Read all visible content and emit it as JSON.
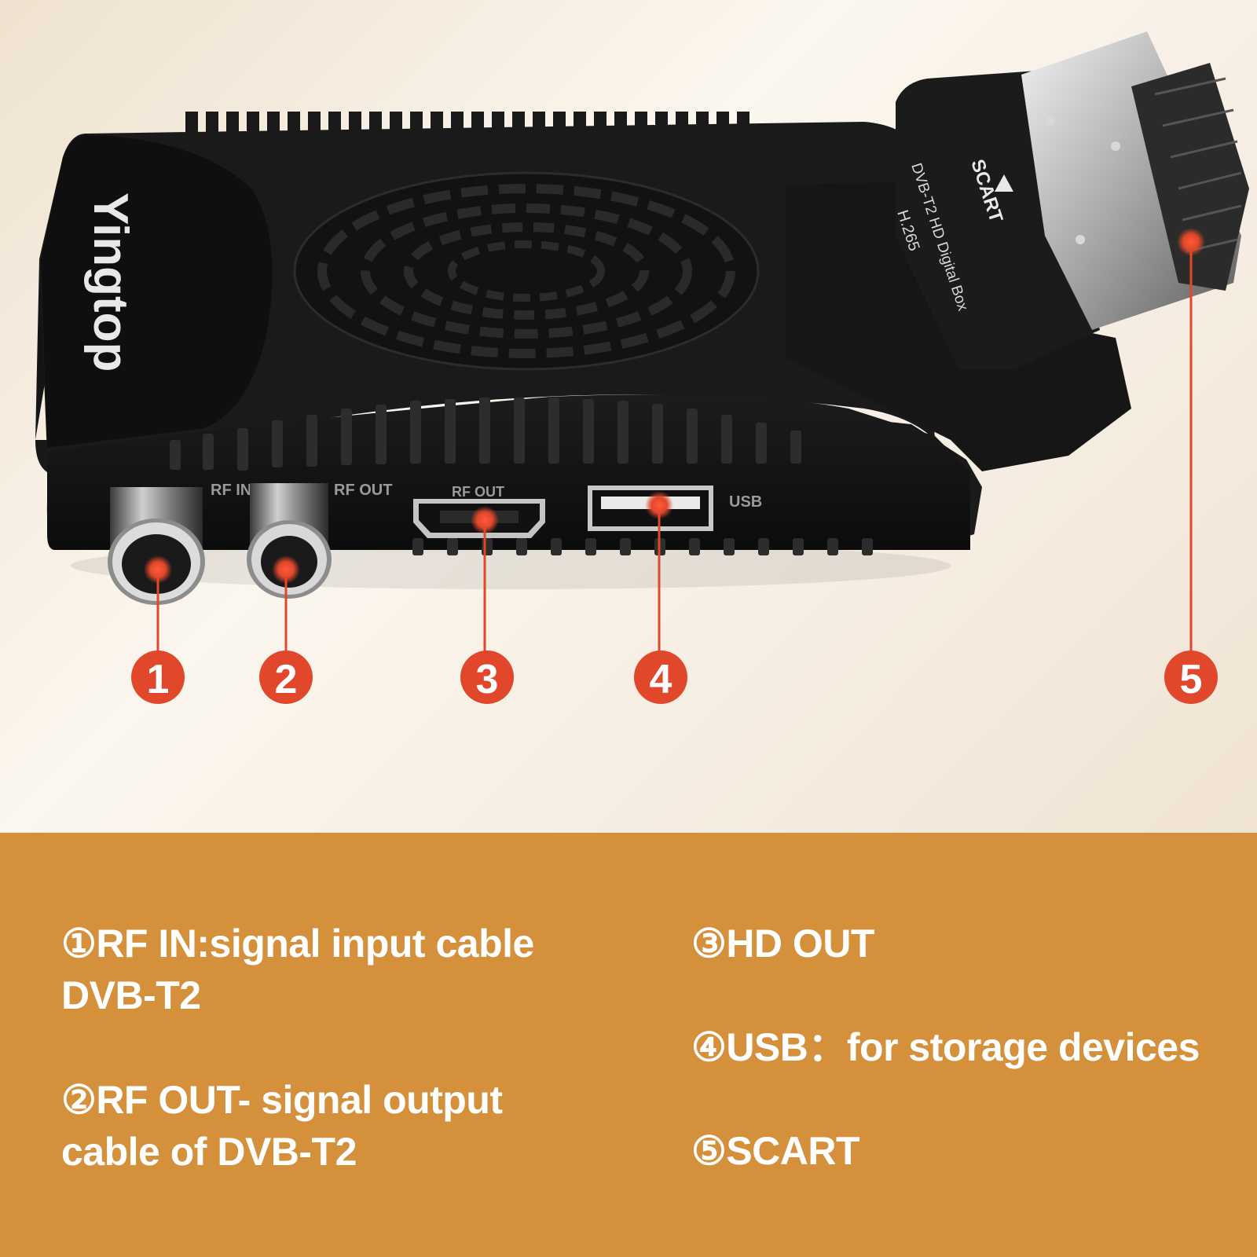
{
  "device": {
    "brand_text": "Yingtop",
    "model_line1": "DVB-T2 HD Digital Box",
    "model_line2": "H.265",
    "scart_label": "SCART",
    "port_labels": {
      "rf_in": "RF IN",
      "rf_out": "RF OUT",
      "hd_out": "RF OUT",
      "usb": "USB"
    }
  },
  "callouts": [
    "1",
    "2",
    "3",
    "4",
    "5"
  ],
  "features": [
    {
      "line1": "①RF IN:signal input cable",
      "line2": "DVB-T2"
    },
    {
      "line1": "②RF OUT- signal output",
      "line2": "cable of DVB-T2"
    },
    {
      "line1": "③HD OUT"
    },
    {
      "line1": "④USB：for storage devices"
    },
    {
      "line1": "⑤SCART"
    }
  ],
  "colors": {
    "callout_red": "#e0472b",
    "panel_orange": "#d5903c",
    "device_black": "#141414",
    "background_cream": "#f6ede2"
  }
}
